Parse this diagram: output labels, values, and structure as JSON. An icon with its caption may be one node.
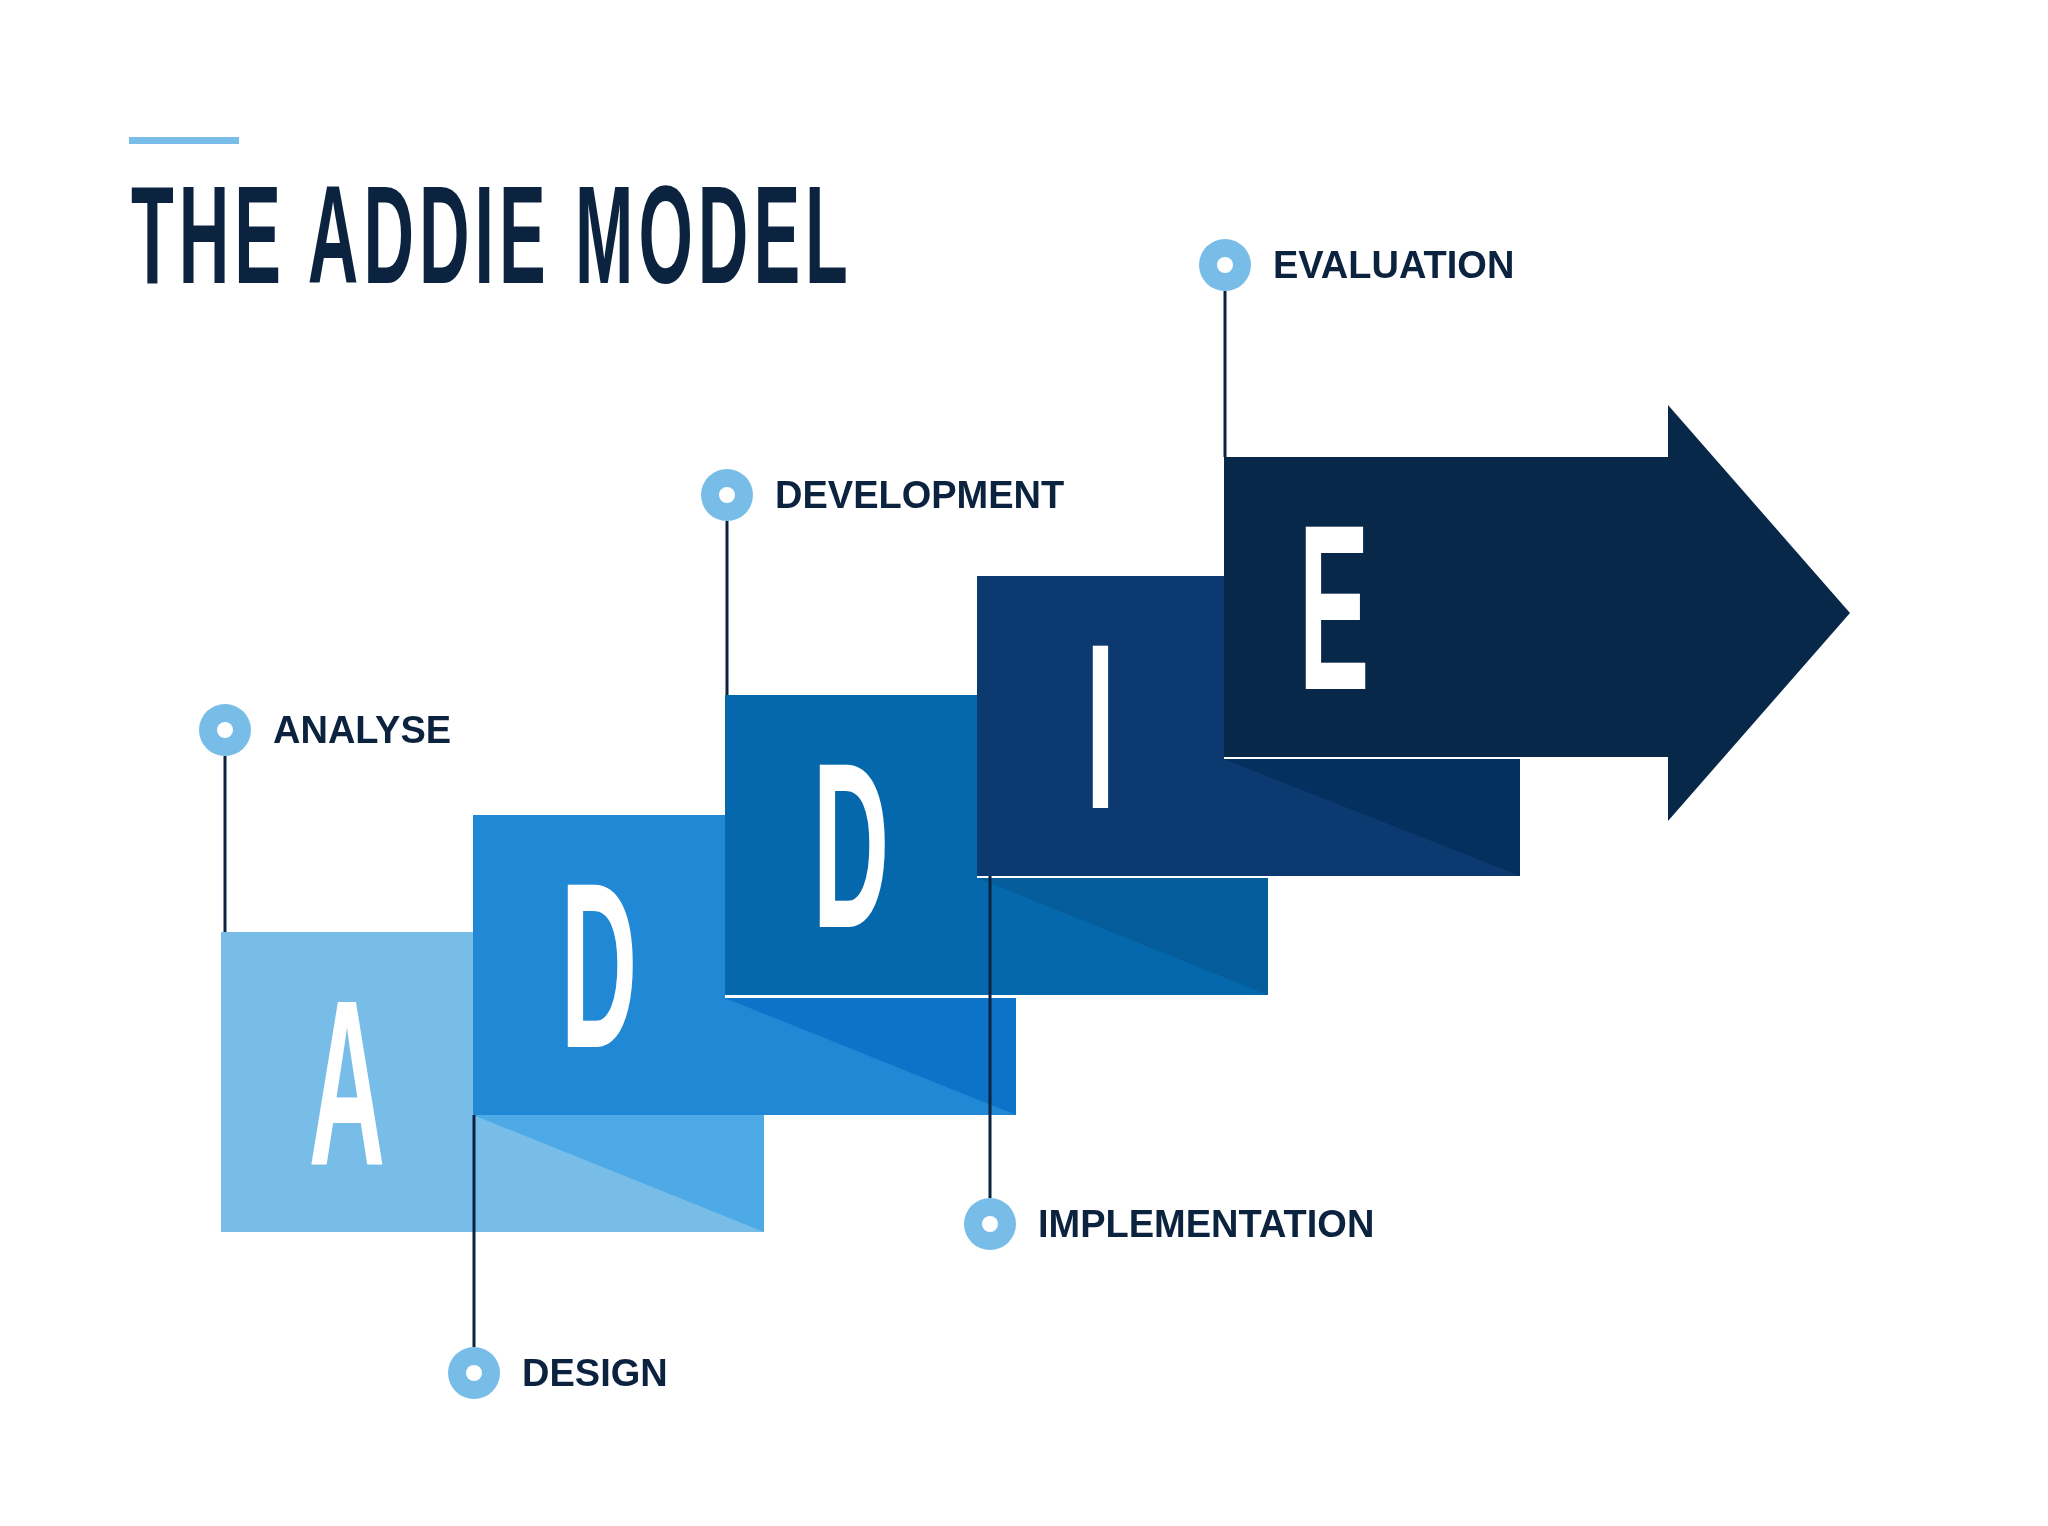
{
  "diagram": {
    "title": "THE ADDIE MODEL",
    "nodes": [
      {
        "text": [
          "A"
        ]
      },
      {
        "text": [
          "D"
        ]
      },
      {
        "text": [
          "D"
        ]
      },
      {
        "text": [
          "I"
        ]
      },
      {
        "text": [
          "E"
        ]
      },
      {
        "text": [
          "ANALYSE"
        ]
      },
      {
        "text": [
          "DESIGN"
        ]
      },
      {
        "text": [
          "DEVELOPMENT"
        ]
      },
      {
        "text": [
          "IMPLEMENTATION"
        ]
      },
      {
        "text": [
          "EVALUATION"
        ]
      }
    ],
    "edges": [
      {
        "from": 5,
        "to": 0,
        "arrow": "none"
      },
      {
        "from": 6,
        "to": 1,
        "arrow": "none"
      },
      {
        "from": 7,
        "to": 2,
        "arrow": "none"
      },
      {
        "from": 8,
        "to": 3,
        "arrow": "none"
      },
      {
        "from": 9,
        "to": 4,
        "arrow": "none"
      }
    ]
  }
}
